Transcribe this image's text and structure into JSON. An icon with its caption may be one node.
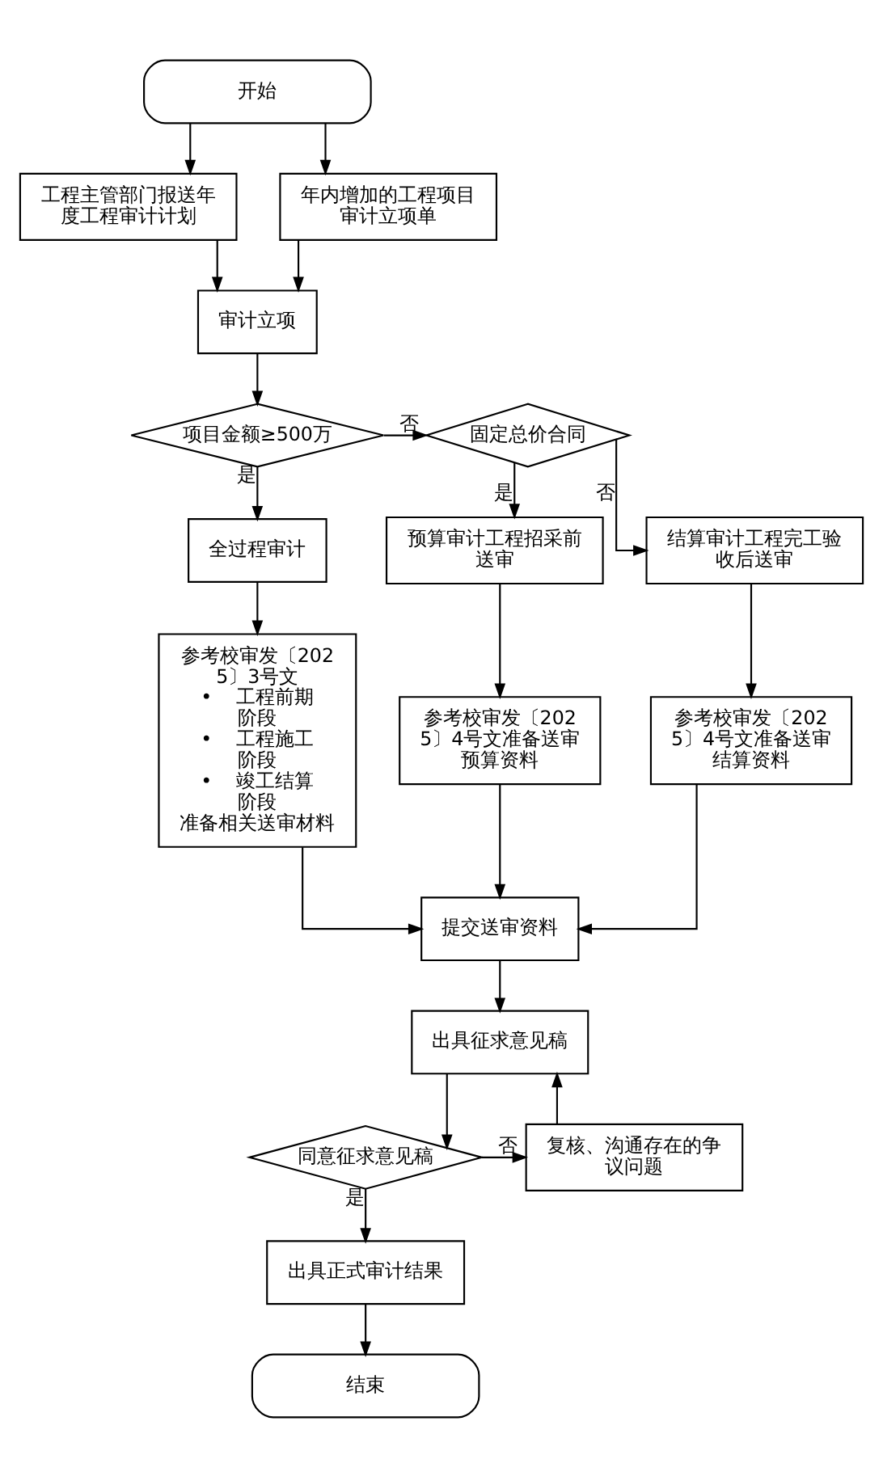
{
  "diagram": {
    "nodes": [
      {
        "text": [
          "开始"
        ]
      },
      {
        "text": [
          "工程主管部门报送年度工程审计计划"
        ]
      },
      {
        "text": [
          "年内增加的工程项目审计立项单"
        ]
      },
      {
        "text": [
          "审计立项"
        ]
      },
      {
        "text": [
          "项目金额≥500万"
        ]
      },
      {
        "text": [
          "固定总价合同"
        ]
      },
      {
        "text": [
          "全过程审计"
        ]
      },
      {
        "text": [
          "预算审计工程招采前送审"
        ]
      },
      {
        "text": [
          "结算审计工程完工验收后送审"
        ]
      },
      {
        "text": [
          "参考校审发〔2025〕3号文",
          "•    工程前期阶段",
          "•    工程施工阶段",
          "•    竣工结算阶段",
          "准备相关送审材料"
        ]
      },
      {
        "text": [
          "参考校审发〔2025〕4号文准备送审预算资料"
        ]
      },
      {
        "text": [
          "参考校审发〔2025〕4号文准备送审结算资料"
        ]
      },
      {
        "text": [
          "提交送审资料"
        ]
      },
      {
        "text": [
          "出具征求意见稿"
        ]
      },
      {
        "text": [
          "同意征求意见稿"
        ]
      },
      {
        "text": [
          "复核、沟通存在的争议问题"
        ]
      },
      {
        "text": [
          "出具正式审计结果"
        ]
      },
      {
        "text": [
          "结束"
        ]
      }
    ],
    "edges": [
      {
        "from": 0,
        "to": 1,
        "arrow": "to"
      },
      {
        "from": 0,
        "to": 2,
        "arrow": "to"
      },
      {
        "from": 1,
        "to": 3,
        "arrow": "to"
      },
      {
        "from": 2,
        "to": 3,
        "arrow": "to"
      },
      {
        "from": 3,
        "to": 4,
        "arrow": "to"
      },
      {
        "from": 4,
        "to": 6,
        "arrow": "to",
        "label": "是"
      },
      {
        "from": 4,
        "to": 5,
        "arrow": "to",
        "label": "否"
      },
      {
        "from": 5,
        "to": 7,
        "arrow": "to",
        "label": "是"
      },
      {
        "from": 5,
        "to": 8,
        "arrow": "to",
        "label": "否"
      },
      {
        "from": 6,
        "to": 9,
        "arrow": "to"
      },
      {
        "from": 7,
        "to": 10,
        "arrow": "to"
      },
      {
        "from": 8,
        "to": 11,
        "arrow": "to"
      },
      {
        "from": 9,
        "to": 12,
        "arrow": "to"
      },
      {
        "from": 10,
        "to": 12,
        "arrow": "to"
      },
      {
        "from": 11,
        "to": 12,
        "arrow": "to"
      },
      {
        "from": 12,
        "to": 13,
        "arrow": "to"
      },
      {
        "from": 13,
        "to": 14,
        "arrow": "to"
      },
      {
        "from": 14,
        "to": 15,
        "arrow": "to",
        "label": "否"
      },
      {
        "from": 15,
        "to": 13,
        "arrow": "to"
      },
      {
        "from": 14,
        "to": 16,
        "arrow": "to",
        "label": "是"
      },
      {
        "from": 16,
        "to": 17,
        "arrow": "to"
      }
    ]
  }
}
